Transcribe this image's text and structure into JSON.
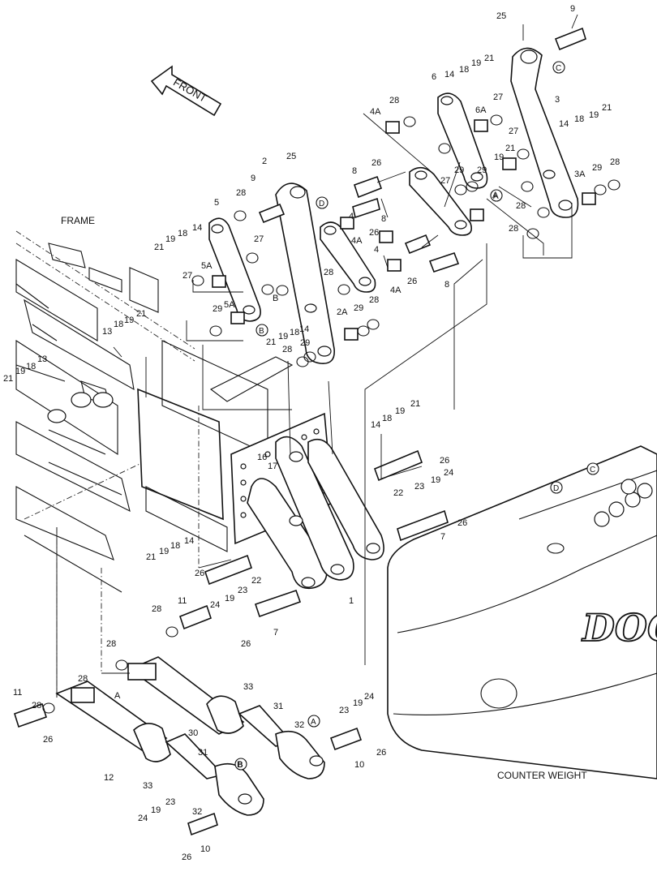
{
  "captions": {
    "frame": "FRAME",
    "counter_weight": "COUNTER WEIGHT",
    "front": "FRONT",
    "logo": "DOO"
  },
  "callouts": [
    "A",
    "B",
    "C",
    "D"
  ],
  "part_labels": [
    "25",
    "9",
    "21",
    "19",
    "18",
    "14",
    "6",
    "27",
    "3",
    "4A",
    "28",
    "6A",
    "29",
    "27",
    "14",
    "19",
    "18",
    "21",
    "2",
    "25",
    "8",
    "26",
    "9",
    "28",
    "5",
    "14",
    "18",
    "19",
    "21",
    "27",
    "5A",
    "27",
    "29",
    "5A",
    "B",
    "8",
    "4",
    "4A",
    "26",
    "4",
    "4A",
    "26",
    "8",
    "A",
    "27",
    "29",
    "28",
    "28",
    "19",
    "21",
    "29",
    "3A",
    "28",
    "28",
    "2A",
    "29",
    "28",
    "18",
    "14",
    "19",
    "21",
    "29",
    "28",
    "21",
    "19",
    "18",
    "13",
    "13",
    "18",
    "19",
    "21",
    "14",
    "18",
    "19",
    "21",
    "26",
    "22",
    "23",
    "19",
    "24",
    "26",
    "7",
    "16",
    "17",
    "14",
    "18",
    "19",
    "21",
    "26",
    "22",
    "28",
    "11",
    "23",
    "19",
    "24",
    "26",
    "7",
    "1",
    "28",
    "28",
    "28",
    "11",
    "26",
    "30",
    "33",
    "31",
    "32",
    "A",
    "23",
    "19",
    "24",
    "26",
    "10",
    "12",
    "33",
    "31",
    "B",
    "24",
    "19",
    "23",
    "32",
    "26",
    "10"
  ]
}
